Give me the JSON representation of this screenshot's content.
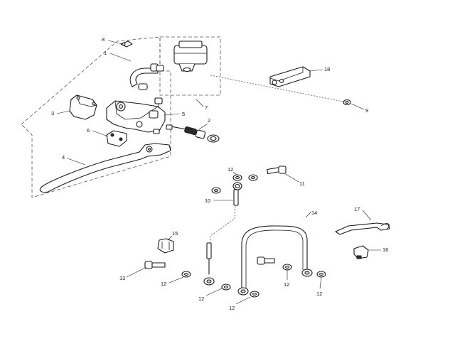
{
  "callouts": {
    "c1": "1",
    "c2": "2",
    "c3": "3",
    "c4": "4",
    "c5": "5",
    "c6": "6",
    "c7": "7",
    "c8": "8",
    "c9": "9",
    "c10": "10",
    "c11": "11",
    "c12a": "12",
    "c12b": "12",
    "c12c": "12",
    "c12d": "12",
    "c12e": "12",
    "c12f": "12",
    "c13": "13",
    "c14": "14",
    "c15": "15",
    "c16": "16",
    "c17": "17",
    "c18": "18"
  }
}
